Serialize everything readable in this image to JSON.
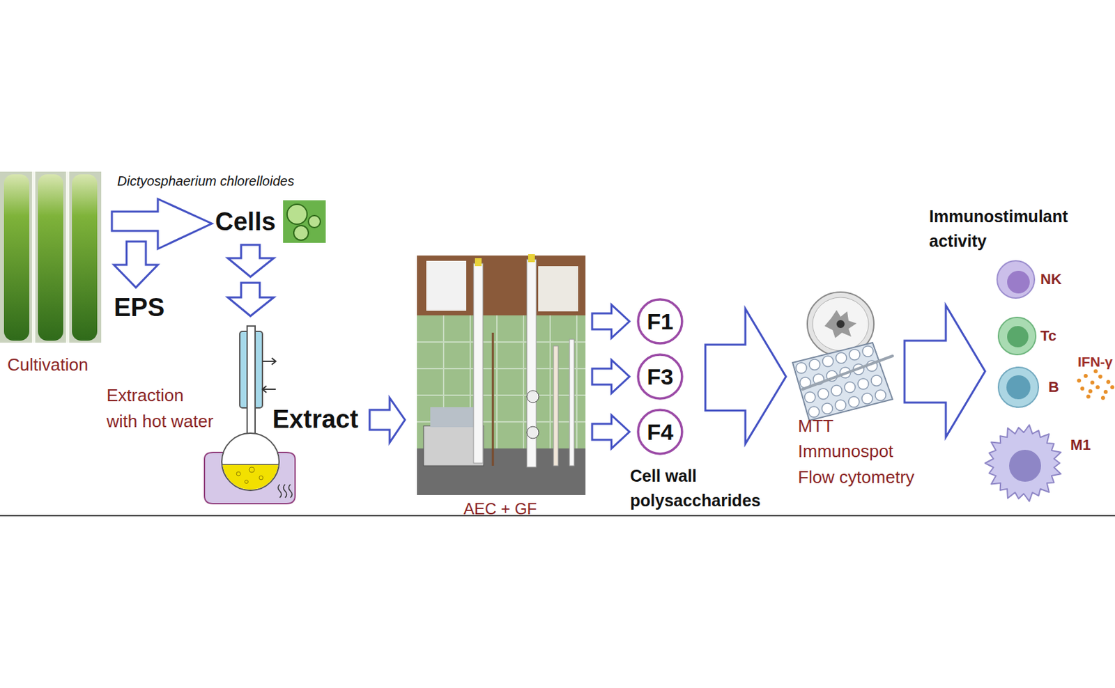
{
  "diagram": {
    "nodes": [
      {
        "text": [
          "F1"
        ]
      },
      {
        "text": [
          "F3"
        ]
      },
      {
        "text": [
          "F4"
        ]
      },
      {
        "text": [
          "NK"
        ]
      },
      {
        "text": [
          "Tc"
        ]
      },
      {
        "text": [
          "B"
        ]
      },
      {
        "text": [
          "M1"
        ]
      }
    ],
    "labels": [
      "Dictyosphaerium chlorelloides",
      "Cells",
      "EPS",
      "Cultivation",
      "Extraction with hot water",
      "Extract",
      "AEC + GF",
      "Cell wall polysaccharides",
      "MTT",
      "Immunospot",
      "Flow cytometry",
      "Immunostimulant activity",
      "IFN-γ"
    ]
  }
}
